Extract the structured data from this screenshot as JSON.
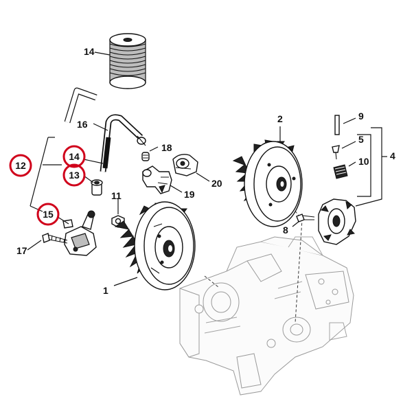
{
  "callouts": {
    "c1": "1",
    "c2": "2",
    "c4": "4",
    "c5": "5",
    "c8": "8",
    "c9": "9",
    "c10": "10",
    "c11": "11",
    "c12": "12",
    "c13": "13",
    "c14": "14",
    "c15": "15",
    "c16": "16",
    "c17": "17",
    "c18": "18",
    "c19": "19",
    "c20": "20"
  },
  "highlighted_callouts": [
    "12",
    "13",
    "14",
    "15"
  ],
  "highlight_color": "#d0021b"
}
